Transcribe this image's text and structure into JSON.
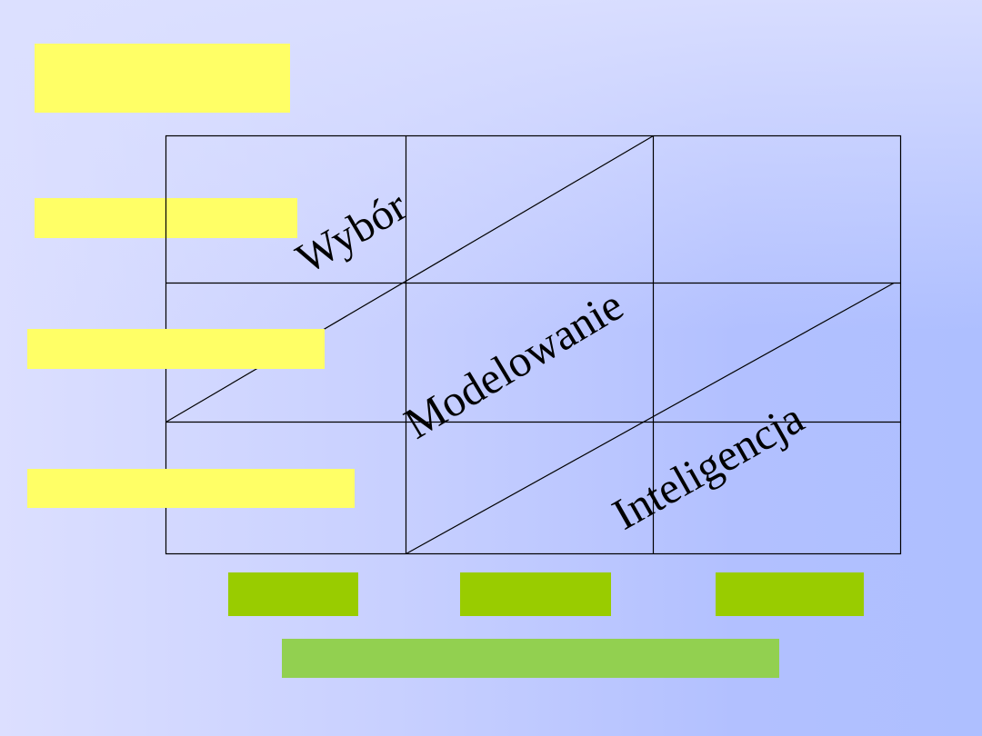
{
  "slide": {
    "labels": {
      "choice": "Wybór",
      "modeling": "Modelowanie",
      "intelligence": "Inteligencja"
    },
    "colors": {
      "yellow_box": "#ffff66",
      "green_box": "#99cc00",
      "light_green_box": "#92d050",
      "background_light": "#dcdfff",
      "background_dark": "#aebfff",
      "grid_lines": "#000000"
    },
    "grid": {
      "rows": 3,
      "columns": 3
    },
    "yellow_boxes": [
      {
        "text": ""
      },
      {
        "text": ""
      },
      {
        "text": ""
      },
      {
        "text": ""
      }
    ],
    "green_boxes": [
      {
        "text": ""
      },
      {
        "text": ""
      },
      {
        "text": ""
      }
    ],
    "bottom_box": {
      "text": ""
    }
  }
}
